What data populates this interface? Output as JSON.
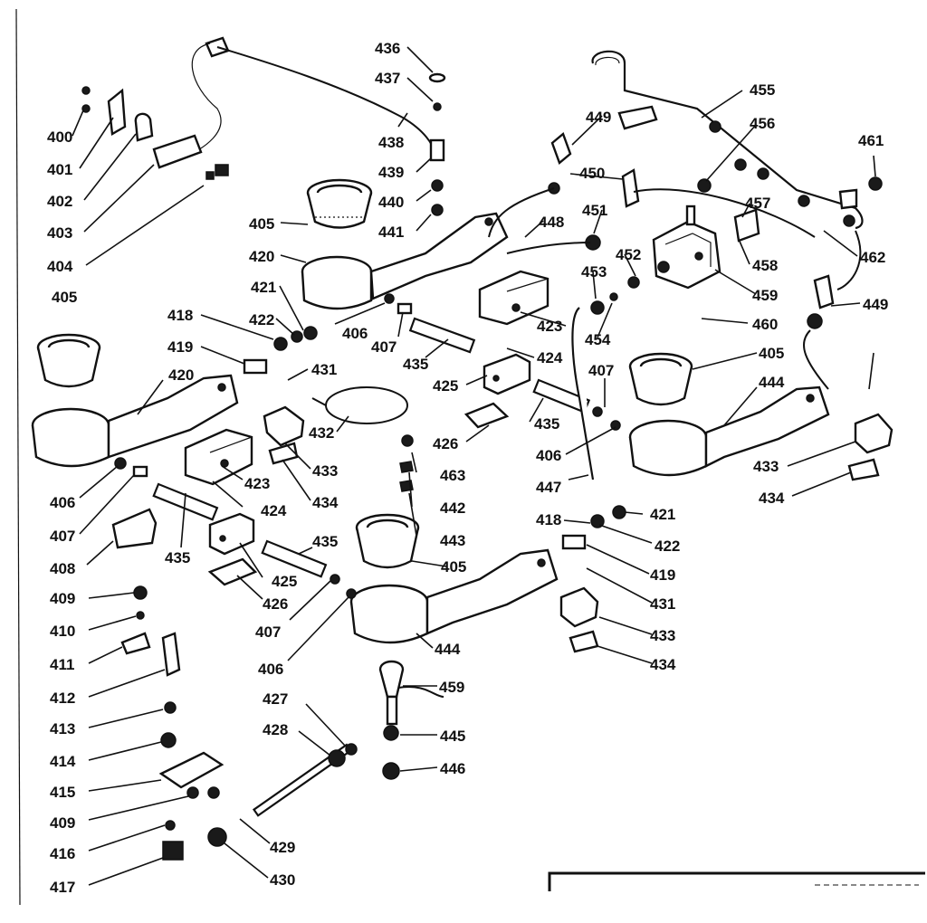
{
  "labels": [
    "400",
    "401",
    "402",
    "403",
    "404",
    "405",
    "420",
    "421",
    "422",
    "418",
    "419",
    "406",
    "407",
    "435",
    "436",
    "437",
    "438",
    "439",
    "440",
    "441",
    "448",
    "449",
    "450",
    "451",
    "452",
    "453",
    "454",
    "455",
    "456",
    "457",
    "458",
    "459",
    "460",
    "461",
    "462",
    "423",
    "424",
    "425",
    "426",
    "431",
    "432",
    "433",
    "434",
    "442",
    "443",
    "444",
    "445",
    "446",
    "447",
    "463",
    "408",
    "409",
    "410",
    "411",
    "412",
    "413",
    "414",
    "415",
    "416",
    "417",
    "427",
    "428",
    "429",
    "430"
  ],
  "callouts": [
    {
      "id": "c400",
      "text": "400"
    },
    {
      "id": "c401",
      "text": "401"
    },
    {
      "id": "c402",
      "text": "402"
    },
    {
      "id": "c403",
      "text": "403"
    },
    {
      "id": "c404",
      "text": "404"
    },
    {
      "id": "c405a",
      "text": "405"
    },
    {
      "id": "c420a",
      "text": "420"
    },
    {
      "id": "c405b",
      "text": "405"
    },
    {
      "id": "c421a",
      "text": "421"
    },
    {
      "id": "c418a",
      "text": "418"
    },
    {
      "id": "c422a",
      "text": "422"
    },
    {
      "id": "c419a",
      "text": "419"
    },
    {
      "id": "c406a",
      "text": "406"
    },
    {
      "id": "c407a",
      "text": "407"
    },
    {
      "id": "c435a",
      "text": "435"
    },
    {
      "id": "c420b",
      "text": "420"
    },
    {
      "id": "c436",
      "text": "436"
    },
    {
      "id": "c437",
      "text": "437"
    },
    {
      "id": "c438",
      "text": "438"
    },
    {
      "id": "c439",
      "text": "439"
    },
    {
      "id": "c440",
      "text": "440"
    },
    {
      "id": "c441",
      "text": "441"
    },
    {
      "id": "c448",
      "text": "448"
    },
    {
      "id": "c449a",
      "text": "449"
    },
    {
      "id": "c450",
      "text": "450"
    },
    {
      "id": "c451",
      "text": "451"
    },
    {
      "id": "c452",
      "text": "452"
    },
    {
      "id": "c453",
      "text": "453"
    },
    {
      "id": "c454",
      "text": "454"
    },
    {
      "id": "c455",
      "text": "455"
    },
    {
      "id": "c456",
      "text": "456"
    },
    {
      "id": "c457",
      "text": "457"
    },
    {
      "id": "c458",
      "text": "458"
    },
    {
      "id": "c459a",
      "text": "459"
    },
    {
      "id": "c460",
      "text": "460"
    },
    {
      "id": "c461",
      "text": "461"
    },
    {
      "id": "c462",
      "text": "462"
    },
    {
      "id": "c449b",
      "text": "449"
    },
    {
      "id": "c423a",
      "text": "423"
    },
    {
      "id": "c424a",
      "text": "424"
    },
    {
      "id": "c405c",
      "text": "405"
    },
    {
      "id": "c431a",
      "text": "431"
    },
    {
      "id": "c425a",
      "text": "425"
    },
    {
      "id": "c407b",
      "text": "407"
    },
    {
      "id": "c444a",
      "text": "444"
    },
    {
      "id": "c435b",
      "text": "435"
    },
    {
      "id": "c432",
      "text": "432"
    },
    {
      "id": "c426a",
      "text": "426"
    },
    {
      "id": "c406b",
      "text": "406"
    },
    {
      "id": "c433a",
      "text": "433"
    },
    {
      "id": "c463",
      "text": "463"
    },
    {
      "id": "c434a",
      "text": "434"
    },
    {
      "id": "c442",
      "text": "442"
    },
    {
      "id": "c447",
      "text": "447"
    },
    {
      "id": "c433b",
      "text": "433"
    },
    {
      "id": "c434b",
      "text": "434"
    },
    {
      "id": "c406c",
      "text": "406"
    },
    {
      "id": "c423b",
      "text": "423"
    },
    {
      "id": "c424b",
      "text": "424"
    },
    {
      "id": "c407c",
      "text": "407"
    },
    {
      "id": "c435c",
      "text": "435"
    },
    {
      "id": "c443",
      "text": "443"
    },
    {
      "id": "c408",
      "text": "408"
    },
    {
      "id": "c435d",
      "text": "435"
    },
    {
      "id": "c425b",
      "text": "425"
    },
    {
      "id": "c418b",
      "text": "418"
    },
    {
      "id": "c421b",
      "text": "421"
    },
    {
      "id": "c422b",
      "text": "422"
    },
    {
      "id": "c405d",
      "text": "405"
    },
    {
      "id": "c419b",
      "text": "419"
    },
    {
      "id": "c426b",
      "text": "426"
    },
    {
      "id": "c431b",
      "text": "431"
    },
    {
      "id": "c409a",
      "text": "409"
    },
    {
      "id": "c407d",
      "text": "407"
    },
    {
      "id": "c433c",
      "text": "433"
    },
    {
      "id": "c410",
      "text": "410"
    },
    {
      "id": "c444b",
      "text": "444"
    },
    {
      "id": "c434c",
      "text": "434"
    },
    {
      "id": "c411",
      "text": "411"
    },
    {
      "id": "c406d",
      "text": "406"
    },
    {
      "id": "c412",
      "text": "412"
    },
    {
      "id": "c459b",
      "text": "459"
    },
    {
      "id": "c427",
      "text": "427"
    },
    {
      "id": "c413",
      "text": "413"
    },
    {
      "id": "c428",
      "text": "428"
    },
    {
      "id": "c445",
      "text": "445"
    },
    {
      "id": "c414",
      "text": "414"
    },
    {
      "id": "c446",
      "text": "446"
    },
    {
      "id": "c415",
      "text": "415"
    },
    {
      "id": "c409b",
      "text": "409"
    },
    {
      "id": "c416",
      "text": "416"
    },
    {
      "id": "c429",
      "text": "429"
    },
    {
      "id": "c417",
      "text": "417"
    },
    {
      "id": "c430",
      "text": "430"
    }
  ]
}
